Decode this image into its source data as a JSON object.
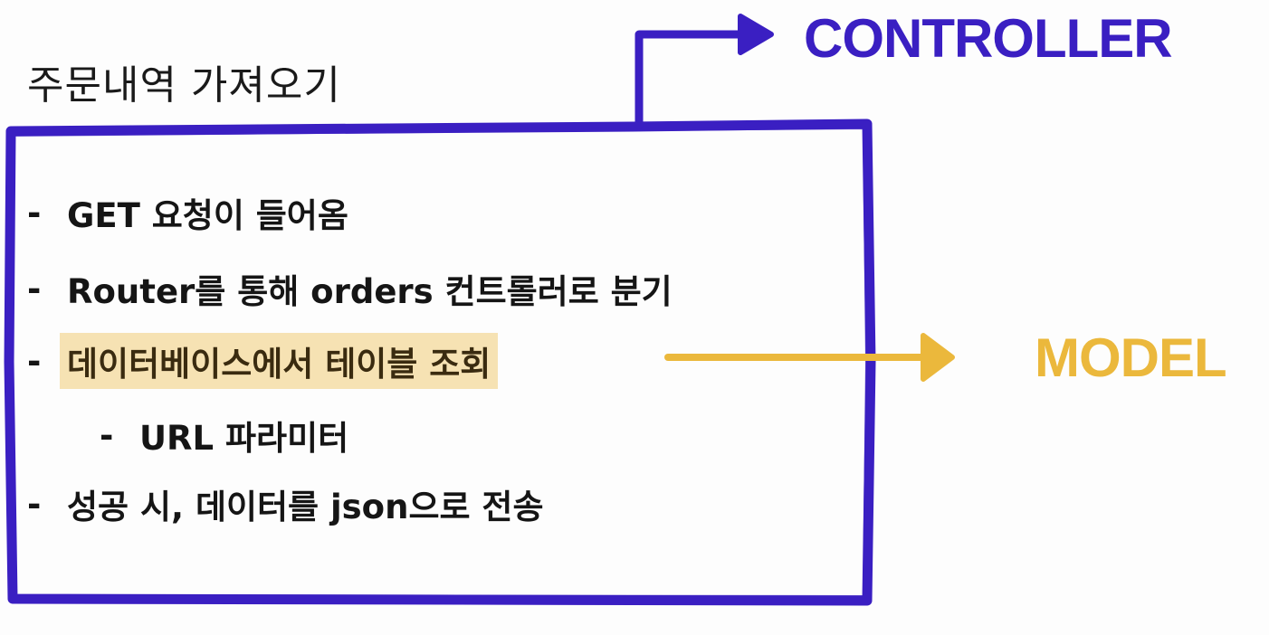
{
  "title": "주문내역 가져오기",
  "bullets": [
    {
      "text": "GET 요청이 들어옴"
    },
    {
      "text": "Router를 통해 orders 컨트롤러로 분기"
    },
    {
      "text": "데이터베이스에서 테이블 조회",
      "highlighted": true
    },
    {
      "text": "URL 파라미터",
      "indent": 1
    },
    {
      "text": "성공 시, 데이터를 json으로 전송"
    }
  ],
  "labels": {
    "controller": "CONTROLLER",
    "model": "MODEL"
  },
  "colors": {
    "controller": "#3a1fc2",
    "model": "#ebb83c",
    "highlight": "#f6e2b3",
    "box_border": "#3a1fc2"
  },
  "icons": {
    "dash": "-"
  }
}
